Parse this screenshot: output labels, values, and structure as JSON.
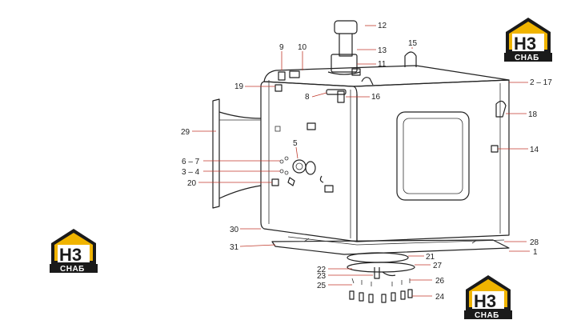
{
  "logo": {
    "mark": "H3",
    "text": "СНАБ",
    "accent": "#f0b400",
    "dark": "#1a1a1a"
  },
  "callouts": {
    "c1": "1",
    "c2_17": "2 – 17",
    "c3_4": "3 – 4",
    "c5": "5",
    "c6_7": "6 – 7",
    "c8": "8",
    "c9": "9",
    "c10": "10",
    "c11": "11",
    "c12": "12",
    "c13": "13",
    "c14": "14",
    "c15": "15",
    "c16": "16",
    "c18": "18",
    "c19": "19",
    "c20": "20",
    "c21": "21",
    "c22": "22",
    "c23": "23",
    "c24": "24",
    "c25": "25",
    "c26": "26",
    "c27": "27",
    "c28": "28",
    "c29": "29",
    "c30": "30",
    "c31": "31"
  }
}
